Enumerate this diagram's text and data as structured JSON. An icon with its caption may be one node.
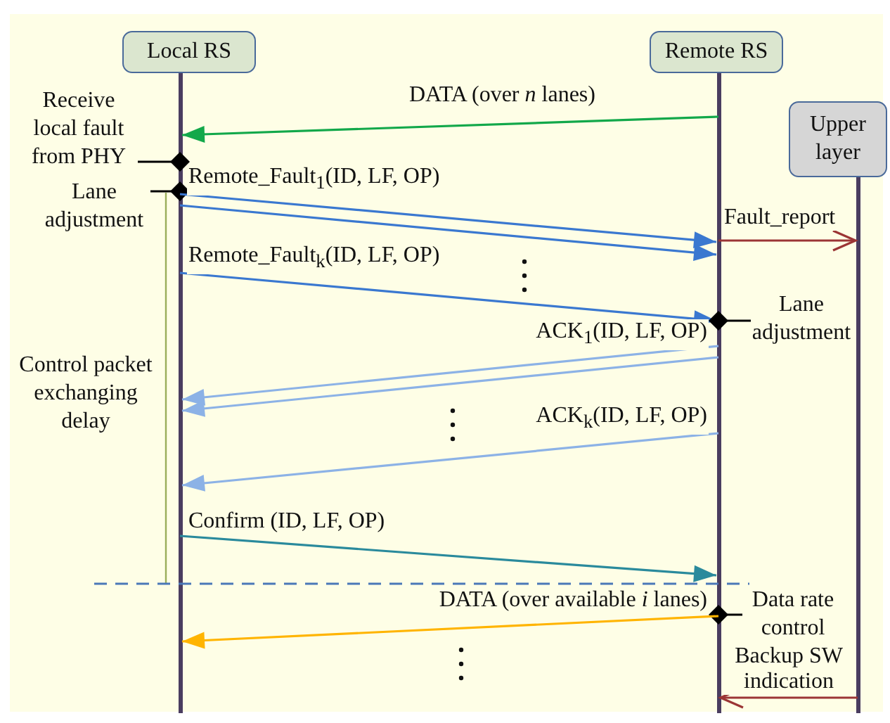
{
  "diagram": {
    "nodes": [
      {
        "text": [
          "Local RS"
        ]
      },
      {
        "text": [
          "Remote RS"
        ]
      },
      {
        "text": [
          "Upper layer"
        ]
      },
      {
        "text": [
          "Receive local fault from PHY"
        ]
      },
      {
        "text": [
          "Lane adjustment"
        ]
      },
      {
        "text": [
          "Lane adjustment"
        ]
      },
      {
        "text": [
          "Data rate control"
        ]
      }
    ],
    "edges": [
      {
        "from": 1,
        "to": 0,
        "arrow": "to",
        "label": "DATA (over *n* lanes)",
        "color": "#12a84a"
      },
      {
        "from": 3,
        "to": 0,
        "arrow": "other"
      },
      {
        "from": 4,
        "to": 0,
        "arrow": "other"
      },
      {
        "from": 0,
        "to": 1,
        "arrow": "to",
        "label": "Remote_Fault$_{1}$(ID, LF, OP)",
        "color": "#3a78d0"
      },
      {
        "from": 0,
        "to": 1,
        "arrow": "to",
        "color": "#3a78d0"
      },
      {
        "from": 1,
        "to": 2,
        "arrow": "to",
        "label": "Fault_report",
        "color": "#9b3535"
      },
      {
        "from": 0,
        "to": 1,
        "arrow": "to",
        "label": "Remote_Fault$_{k}$(ID, LF, OP)",
        "color": "#3a78d0"
      },
      {
        "from": 5,
        "to": 1,
        "arrow": "other"
      },
      {
        "from": 1,
        "to": 0,
        "arrow": "to",
        "label": "ACK$_{1}$(ID, LF, OP)",
        "color": "#8cb2e6"
      },
      {
        "from": 1,
        "to": 0,
        "arrow": "to",
        "color": "#8cb2e6"
      },
      {
        "from": 1,
        "to": 0,
        "arrow": "to",
        "label": "ACK$_{k}$(ID, LF, OP)",
        "color": "#8cb2e6"
      },
      {
        "from": 0,
        "to": 1,
        "arrow": "to",
        "label": "Confirm (ID, LF, OP)",
        "color": "#2a8a9c"
      },
      {
        "from": 6,
        "to": 1,
        "arrow": "other"
      },
      {
        "from": 1,
        "to": 0,
        "arrow": "to",
        "label": "DATA (over available *i* lanes)",
        "color": "#ffb400"
      },
      {
        "from": 2,
        "to": 1,
        "arrow": "to",
        "label": "Backup SW indication",
        "color": "#9b3535"
      }
    ],
    "labels": [
      "Control packet exchanging delay"
    ]
  }
}
